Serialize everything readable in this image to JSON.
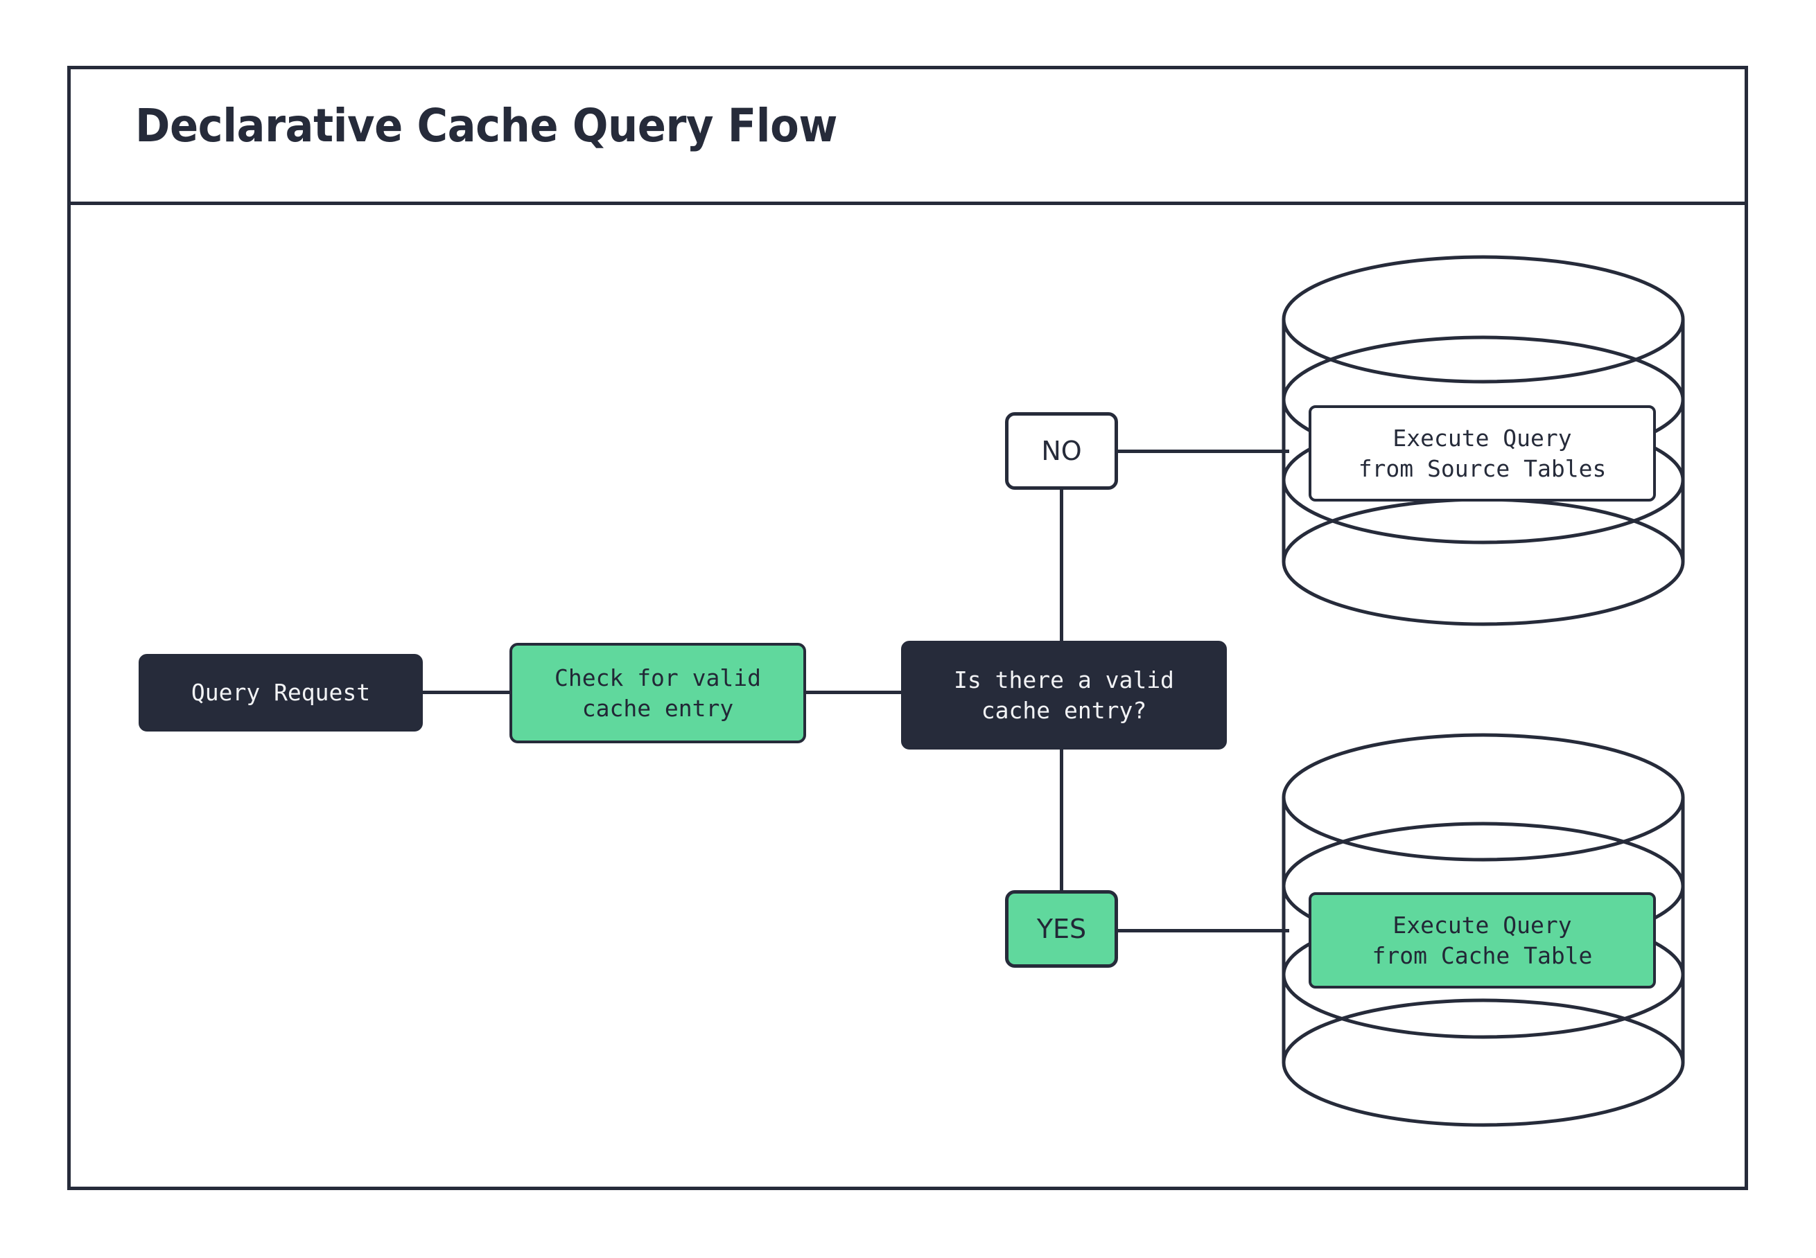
{
  "diagram": {
    "title": "Declarative Cache Query Flow",
    "colors": {
      "ink": "#262b3a",
      "green": "#60d89d",
      "white": "#ffffff",
      "text_light": "#f2f3f5"
    }
  },
  "nodes": {
    "query_request": "Query Request",
    "check_cache": "Check for valid\ncache entry",
    "decision": "Is there a valid\ncache entry?",
    "source_db_label": "Execute Query\nfrom Source Tables",
    "cache_db_label": "Execute Query\nfrom Cache Table"
  },
  "edge_labels": {
    "no": "NO",
    "yes": "YES"
  },
  "flow": {
    "edges": [
      {
        "from": "query_request",
        "to": "check_cache",
        "label": ""
      },
      {
        "from": "check_cache",
        "to": "decision",
        "label": ""
      },
      {
        "from": "decision",
        "to": "source_db_label",
        "label": "NO"
      },
      {
        "from": "decision",
        "to": "cache_db_label",
        "label": "YES"
      }
    ]
  },
  "shapes": {
    "source_database": "database-cylinder",
    "cache_database": "database-cylinder"
  }
}
